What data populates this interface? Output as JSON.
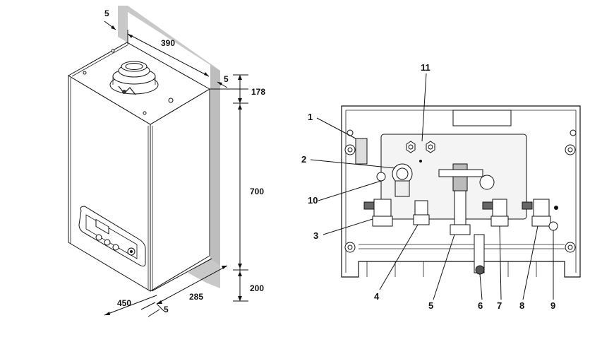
{
  "dimensions": {
    "top_clearance": "5",
    "width": "390",
    "side_clearance": "5",
    "top_space": "178",
    "height": "700",
    "bottom_space": "200",
    "depth": "285",
    "floor_gap": "5",
    "floor_width": "450"
  },
  "callouts": {
    "c1": "1",
    "c2": "2",
    "c3": "3",
    "c4": "4",
    "c5": "5",
    "c6": "6",
    "c7": "7",
    "c8": "8",
    "c9": "9",
    "c10": "10",
    "c11": "11"
  },
  "colors": {
    "wall_shade": "#c8c8c8",
    "line": "#111111",
    "panel": "#f4f4f4"
  }
}
